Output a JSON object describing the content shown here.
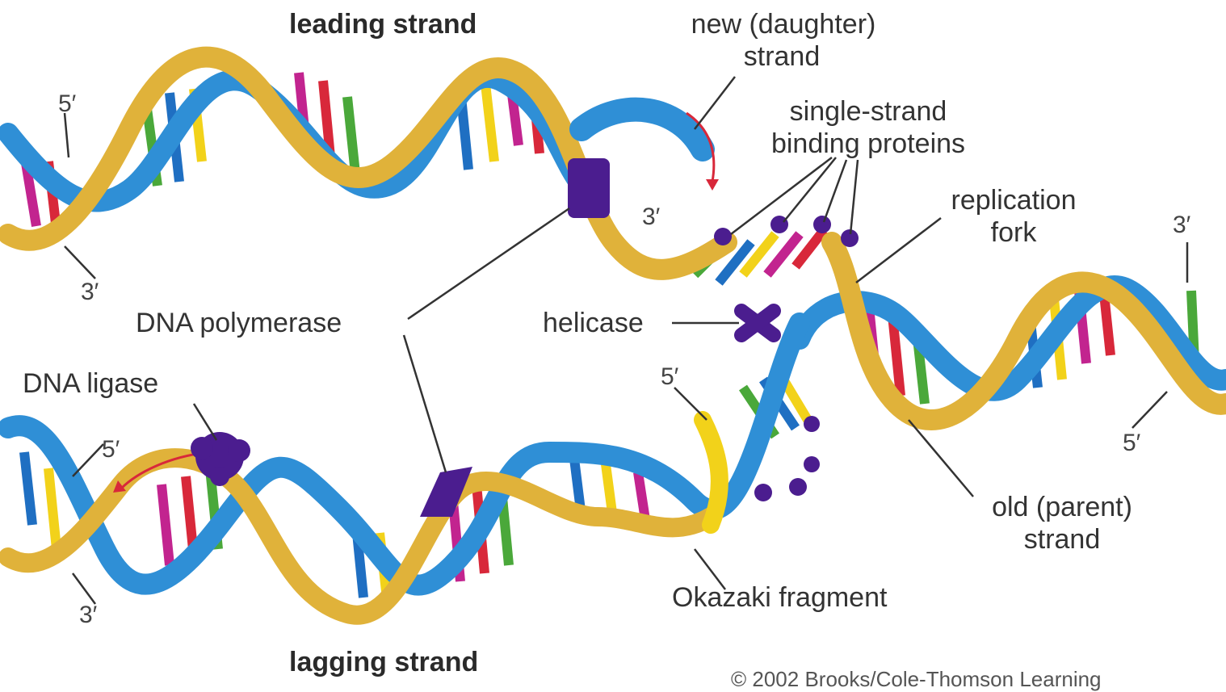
{
  "labels": {
    "leading_strand": "leading strand",
    "lagging_strand": "lagging strand",
    "new_daughter_strand_line1": "new (daughter)",
    "new_daughter_strand_line2": "strand",
    "ssb_line1": "single-strand",
    "ssb_line2": "binding proteins",
    "replication_fork_line1": "replication",
    "replication_fork_line2": "fork",
    "dna_polymerase": "DNA polymerase",
    "helicase": "helicase",
    "dna_ligase": "DNA ligase",
    "old_parent_strand_line1": "old (parent)",
    "old_parent_strand_line2": "strand",
    "okazaki_fragment": "Okazaki fragment"
  },
  "ends": {
    "top_left_5": "5′",
    "top_left_3": "3′",
    "top_daughter_3": "3′",
    "right_3": "3′",
    "right_5": "5′",
    "lagging_5": "5′",
    "bottom_left_5": "5′",
    "bottom_left_3": "3′"
  },
  "colors": {
    "blue_strand": "#2f8fd6",
    "gold_strand": "#e0b23a",
    "enzyme_purple": "#4b1d8f",
    "base_magenta": "#c2248f",
    "base_red": "#d8283a",
    "base_green": "#4aa83a",
    "base_blue": "#1f6fc2",
    "base_yellow": "#f2d21a"
  },
  "footer": {
    "copyright": "© 2002 Brooks/Cole-Thomson Learning"
  }
}
